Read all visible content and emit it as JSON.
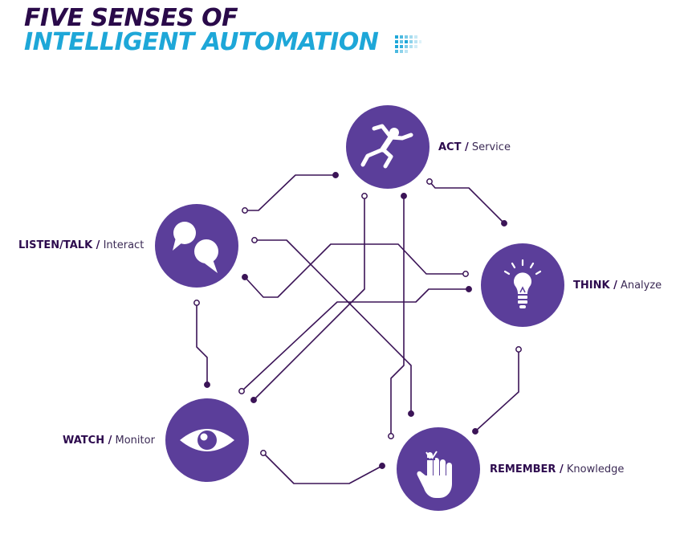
{
  "header": {
    "title_line1": "FIVE SENSES OF",
    "title_line2": "INTELLIGENT AUTOMATION",
    "colors": {
      "line1": "#2a0a4a",
      "line2": "#1ea7d8"
    }
  },
  "colors": {
    "node_fill": "#5b3e9a",
    "connector": "#3b1457"
  },
  "senses": [
    {
      "name": "ACT /",
      "desc": "Service",
      "icon": "running-person-icon"
    },
    {
      "name": "THINK /",
      "desc": "Analyze",
      "icon": "lightbulb-icon"
    },
    {
      "name": "REMEMBER /",
      "desc": "Knowledge",
      "icon": "finger-string-icon"
    },
    {
      "name": "WATCH /",
      "desc": "Monitor",
      "icon": "eye-icon"
    },
    {
      "name": "LISTEN/TALK /",
      "desc": "Interact",
      "icon": "speech-bubbles-icon"
    }
  ]
}
